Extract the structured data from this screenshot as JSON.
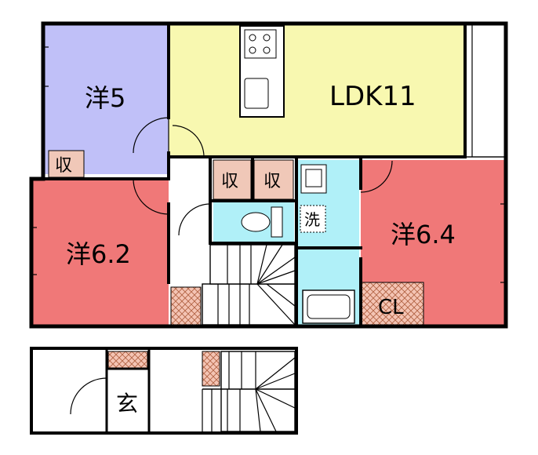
{
  "rooms": {
    "western_5": {
      "label": "洋5",
      "color": "#c0c0f8"
    },
    "ldk": {
      "label": "LDK11",
      "color": "#f8f8b0"
    },
    "western_62": {
      "label": "洋6.2",
      "color": "#f07878"
    },
    "western_64": {
      "label": "洋6.4",
      "color": "#f07878"
    }
  },
  "utility": {
    "storage_1": "収",
    "storage_2": "収",
    "storage_3": "収",
    "laundry": "洗",
    "closet": "CL",
    "entrance": "玄",
    "wet_color": "#b0f0f8",
    "storage_color": "#f0c8b8"
  }
}
